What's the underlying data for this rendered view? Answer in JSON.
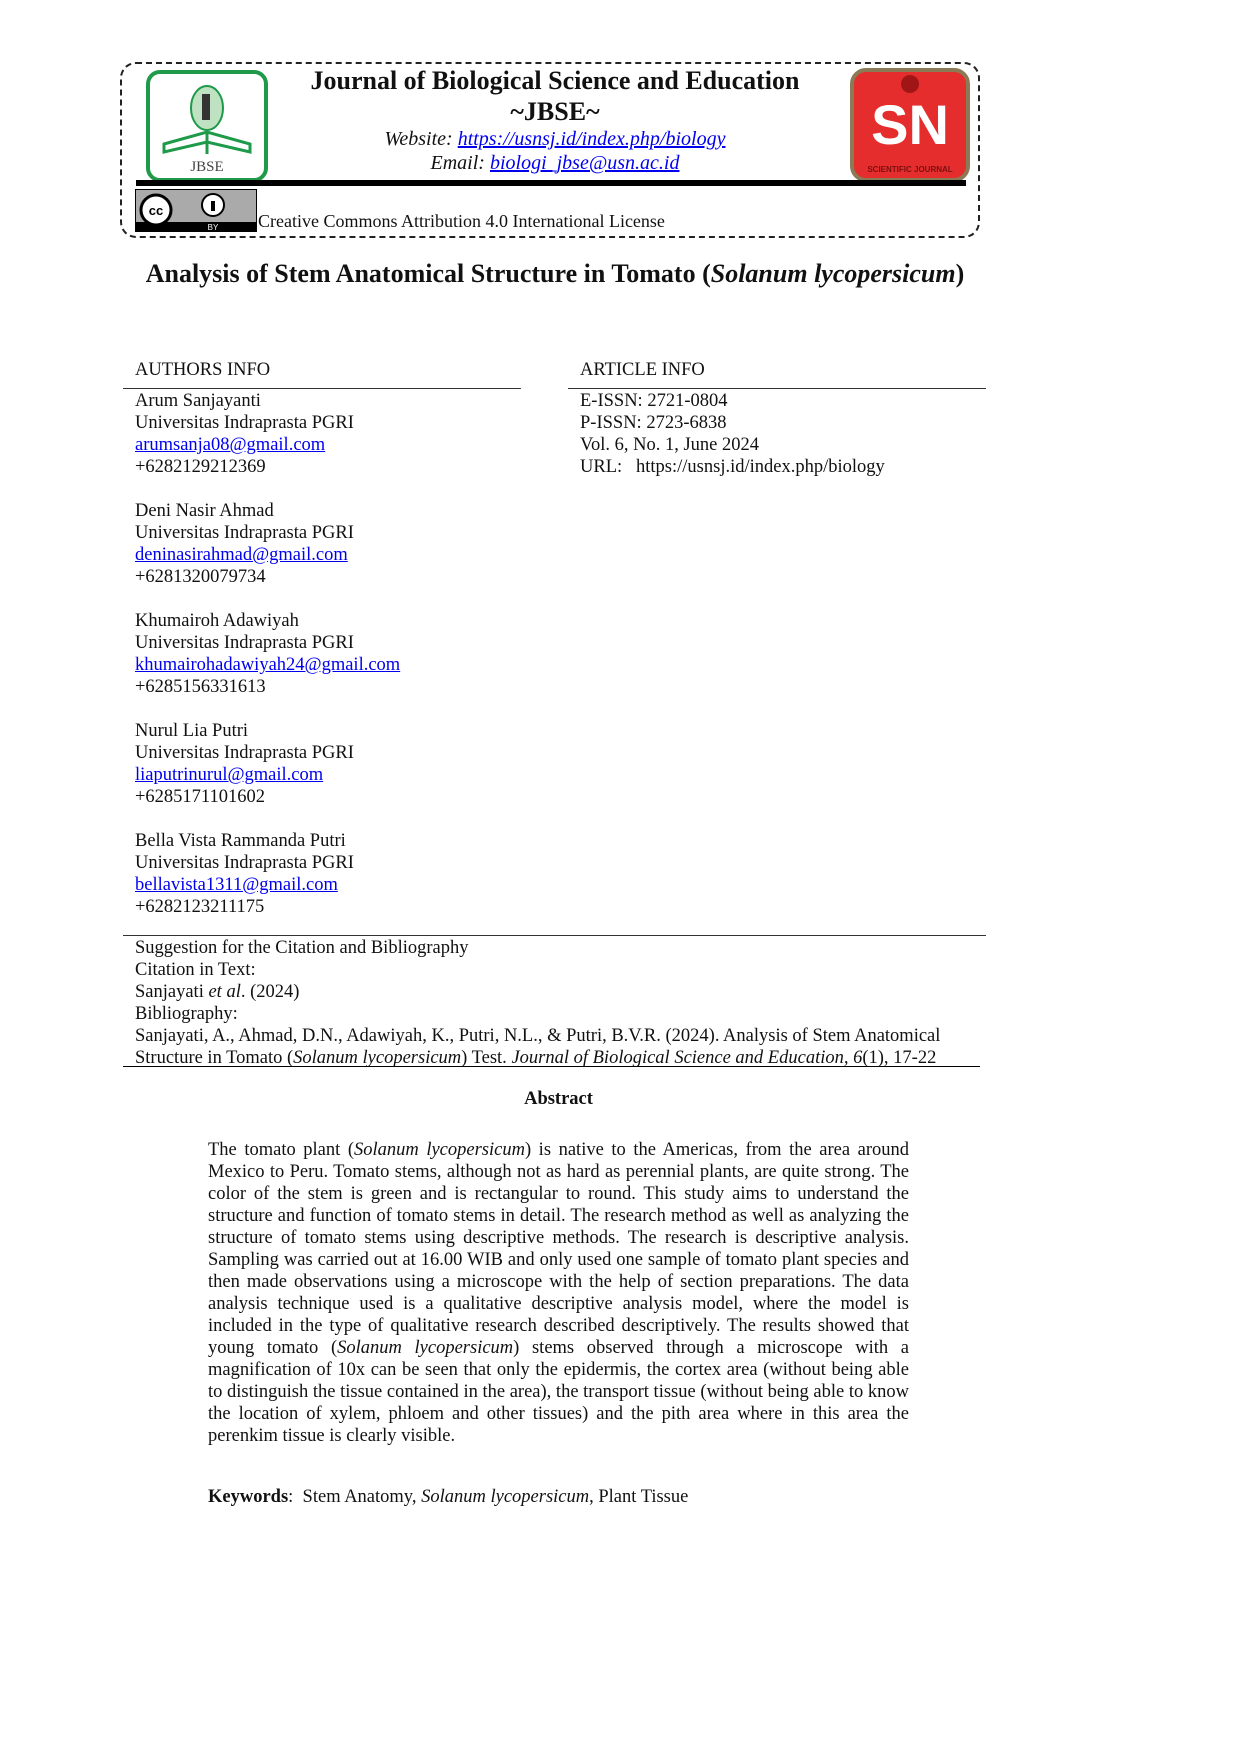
{
  "header": {
    "journal_title": "Journal of Biological Science and Education",
    "journal_abbr": "~JBSE~",
    "website_label": "Website: ",
    "website_url": "https://usnsj.id/index.php/biology",
    "email_label": "Email: ",
    "email": "biologi_jbse@usn.ac.id",
    "left_logo_text": "JBSE",
    "right_logo_text": "SCIENTIFIC JOURNAL",
    "cc_badge_text": "BY",
    "license": "Creative Commons Attribution 4.0 International License",
    "colors": {
      "jbse_green": "#1e9a4a",
      "usn_red": "#e52d2d"
    }
  },
  "title": {
    "part1": "Analysis of Stem Anatomical Structure in Tomato (",
    "italic": "Solanum lycopersicum",
    "part2": ")"
  },
  "authors_info": {
    "heading": "AUTHORS INFO",
    "authors": [
      {
        "name": "Arum Sanjayanti",
        "affiliation": "Universitas Indraprasta PGRI",
        "email": "arumsanja08@gmail.com",
        "phone": "+6282129212369"
      },
      {
        "name": "Deni Nasir Ahmad",
        "affiliation": "Universitas Indraprasta PGRI",
        "email": "deninasirahmad@gmail.com",
        "phone": "+6281320079734"
      },
      {
        "name": "Khumairoh Adawiyah",
        "affiliation": "Universitas Indraprasta PGRI",
        "email": "khumairohadawiyah24@gmail.com",
        "phone": "+6285156331613"
      },
      {
        "name": "Nurul Lia Putri",
        "affiliation": "Universitas Indraprasta PGRI",
        "email": "liaputrinurul@gmail.com",
        "phone": "+6285171101602"
      },
      {
        "name": "Bella Vista Rammanda Putri",
        "affiliation": "Universitas Indraprasta PGRI",
        "email": "bellavista1311@gmail.com",
        "phone": "+6282123211175"
      }
    ]
  },
  "article_info": {
    "heading": "ARTICLE INFO",
    "eissn": "E-ISSN: 2721-0804",
    "pissn": "P-ISSN: 2723-6838",
    "volume": "Vol. 6, No. 1, June 2024",
    "url": "URL:   https://usnsj.id/index.php/biology"
  },
  "citation": {
    "heading": "Suggestion for the Citation and Bibliography",
    "in_text_label": "Citation in Text:",
    "in_text_author": "Sanjayati ",
    "in_text_etal": "et al",
    "in_text_year": ". (2024)",
    "bib_label": "Bibliography:",
    "bib_line1": "Sanjayati, A., Ahmad, D.N., Adawiyah, K., Putri, N.L., & Putri, B.V.R. (2024). Analysis of Stem Anatomical",
    "bib_line2a": "Structure in Tomato (",
    "bib_species": "Solanum lycopersicum",
    "bib_line2b": ") Test. ",
    "bib_journal": "Journal of Biological Science and Education, 6",
    "bib_line2c": "(1), 17-22"
  },
  "abstract": {
    "heading": "Abstract",
    "p1": "The tomato plant (",
    "species": "Solanum lycopersicum",
    "p2": ") is native to the Americas, from the area around Mexico to Peru. Tomato stems, although not as hard as perennial plants, are quite strong. The color of the stem is green and is rectangular to round. This study aims to understand the structure and function of tomato stems in detail. The research method as well as analyzing the structure of tomato stems using descriptive methods. The research is descriptive analysis. Sampling was carried out at 16.00 WIB and only used one sample of tomato plant species and then made observations using a microscope with the help of section preparations. The data analysis technique used is a qualitative descriptive analysis model, where the model is included in the type of qualitative research described descriptively.  The results showed that young tomato (",
    "p3": ") stems observed through a microscope with a magnification of 10x can be seen that only the epidermis, the cortex area (without being able to distinguish the tissue contained in the area), the transport tissue (without being able to know the location of xylem, phloem and other tissues) and the pith area where in this area the perenkim tissue is clearly visible."
  },
  "keywords": {
    "label": "Keywords",
    "sep": ":  Stem Anatomy, ",
    "species": "Solanum lycopersicum",
    "rest": ", Plant Tissue"
  }
}
